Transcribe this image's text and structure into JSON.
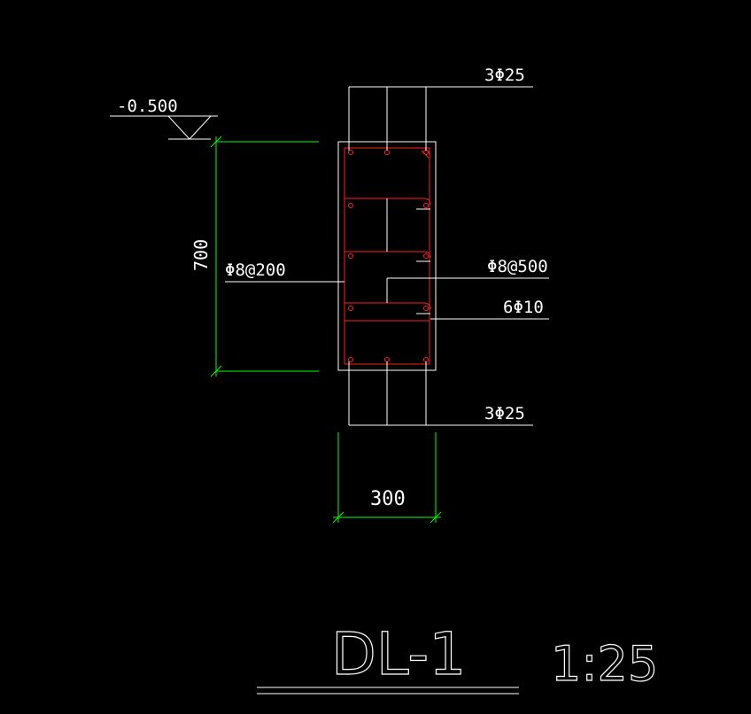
{
  "elevation": {
    "label": "-0.500"
  },
  "labels": {
    "top_rebar": "3Φ25",
    "bottom_rebar": "3Φ25",
    "stirrup": "Φ8@200",
    "tie": "Φ8@500",
    "side_rebar": "6Φ10"
  },
  "dimensions": {
    "height": "700",
    "width": "300"
  },
  "title": {
    "name": "DL-1",
    "scale": "1:25"
  },
  "colors": {
    "background": "#000000",
    "lines": "#ffffff",
    "dimensions": "#00ff00",
    "rebar": "#ff2020"
  }
}
